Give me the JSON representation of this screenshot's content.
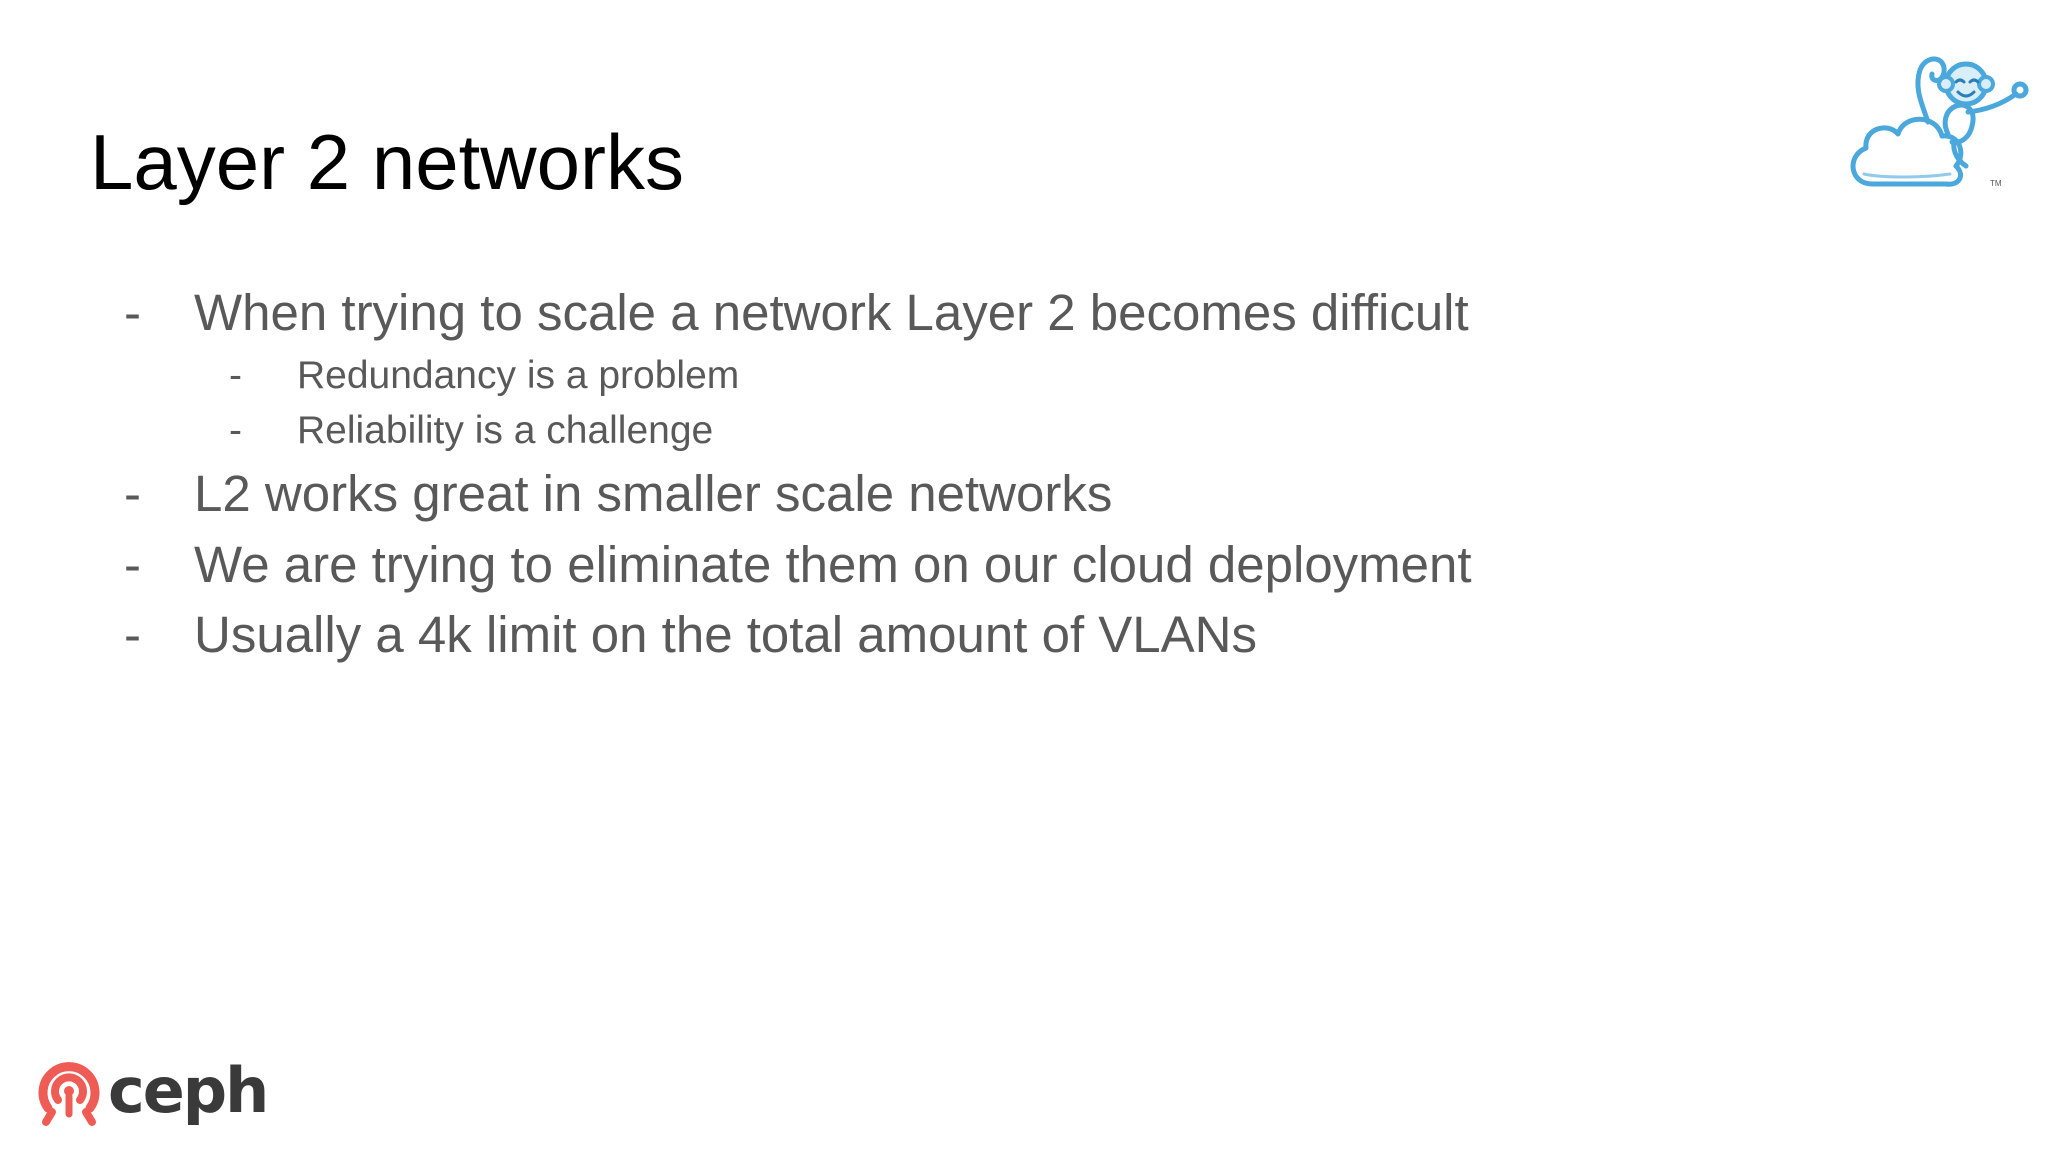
{
  "slide": {
    "title": "Layer 2 networks",
    "bullets": [
      {
        "level": 1,
        "marker": "-",
        "text": "When trying to scale a network Layer 2 becomes difficult"
      },
      {
        "level": 2,
        "marker": "-",
        "text": "Redundancy is a problem"
      },
      {
        "level": 2,
        "marker": "-",
        "text": "Reliability is a challenge"
      },
      {
        "level": 1,
        "marker": "-",
        "text": "L2 works great in smaller scale networks"
      },
      {
        "level": 1,
        "marker": "-",
        "text": "We are trying to eliminate them on our cloud deployment"
      },
      {
        "level": 1,
        "marker": "-",
        "text": "Usually a 4k limit on the total amount of VLANs"
      }
    ]
  },
  "logos": {
    "cloud_mascot": {
      "icon": "cloud-monkey-logo-icon",
      "trademark": "TM",
      "color": "#4aa8dc"
    },
    "ceph": {
      "icon": "ceph-logo-icon",
      "wordmark": "ceph",
      "icon_color": "#ef5c55",
      "text_color": "#3a3a3a"
    }
  },
  "colors": {
    "title": "#000000",
    "body_text": "#595959",
    "background": "#ffffff"
  }
}
